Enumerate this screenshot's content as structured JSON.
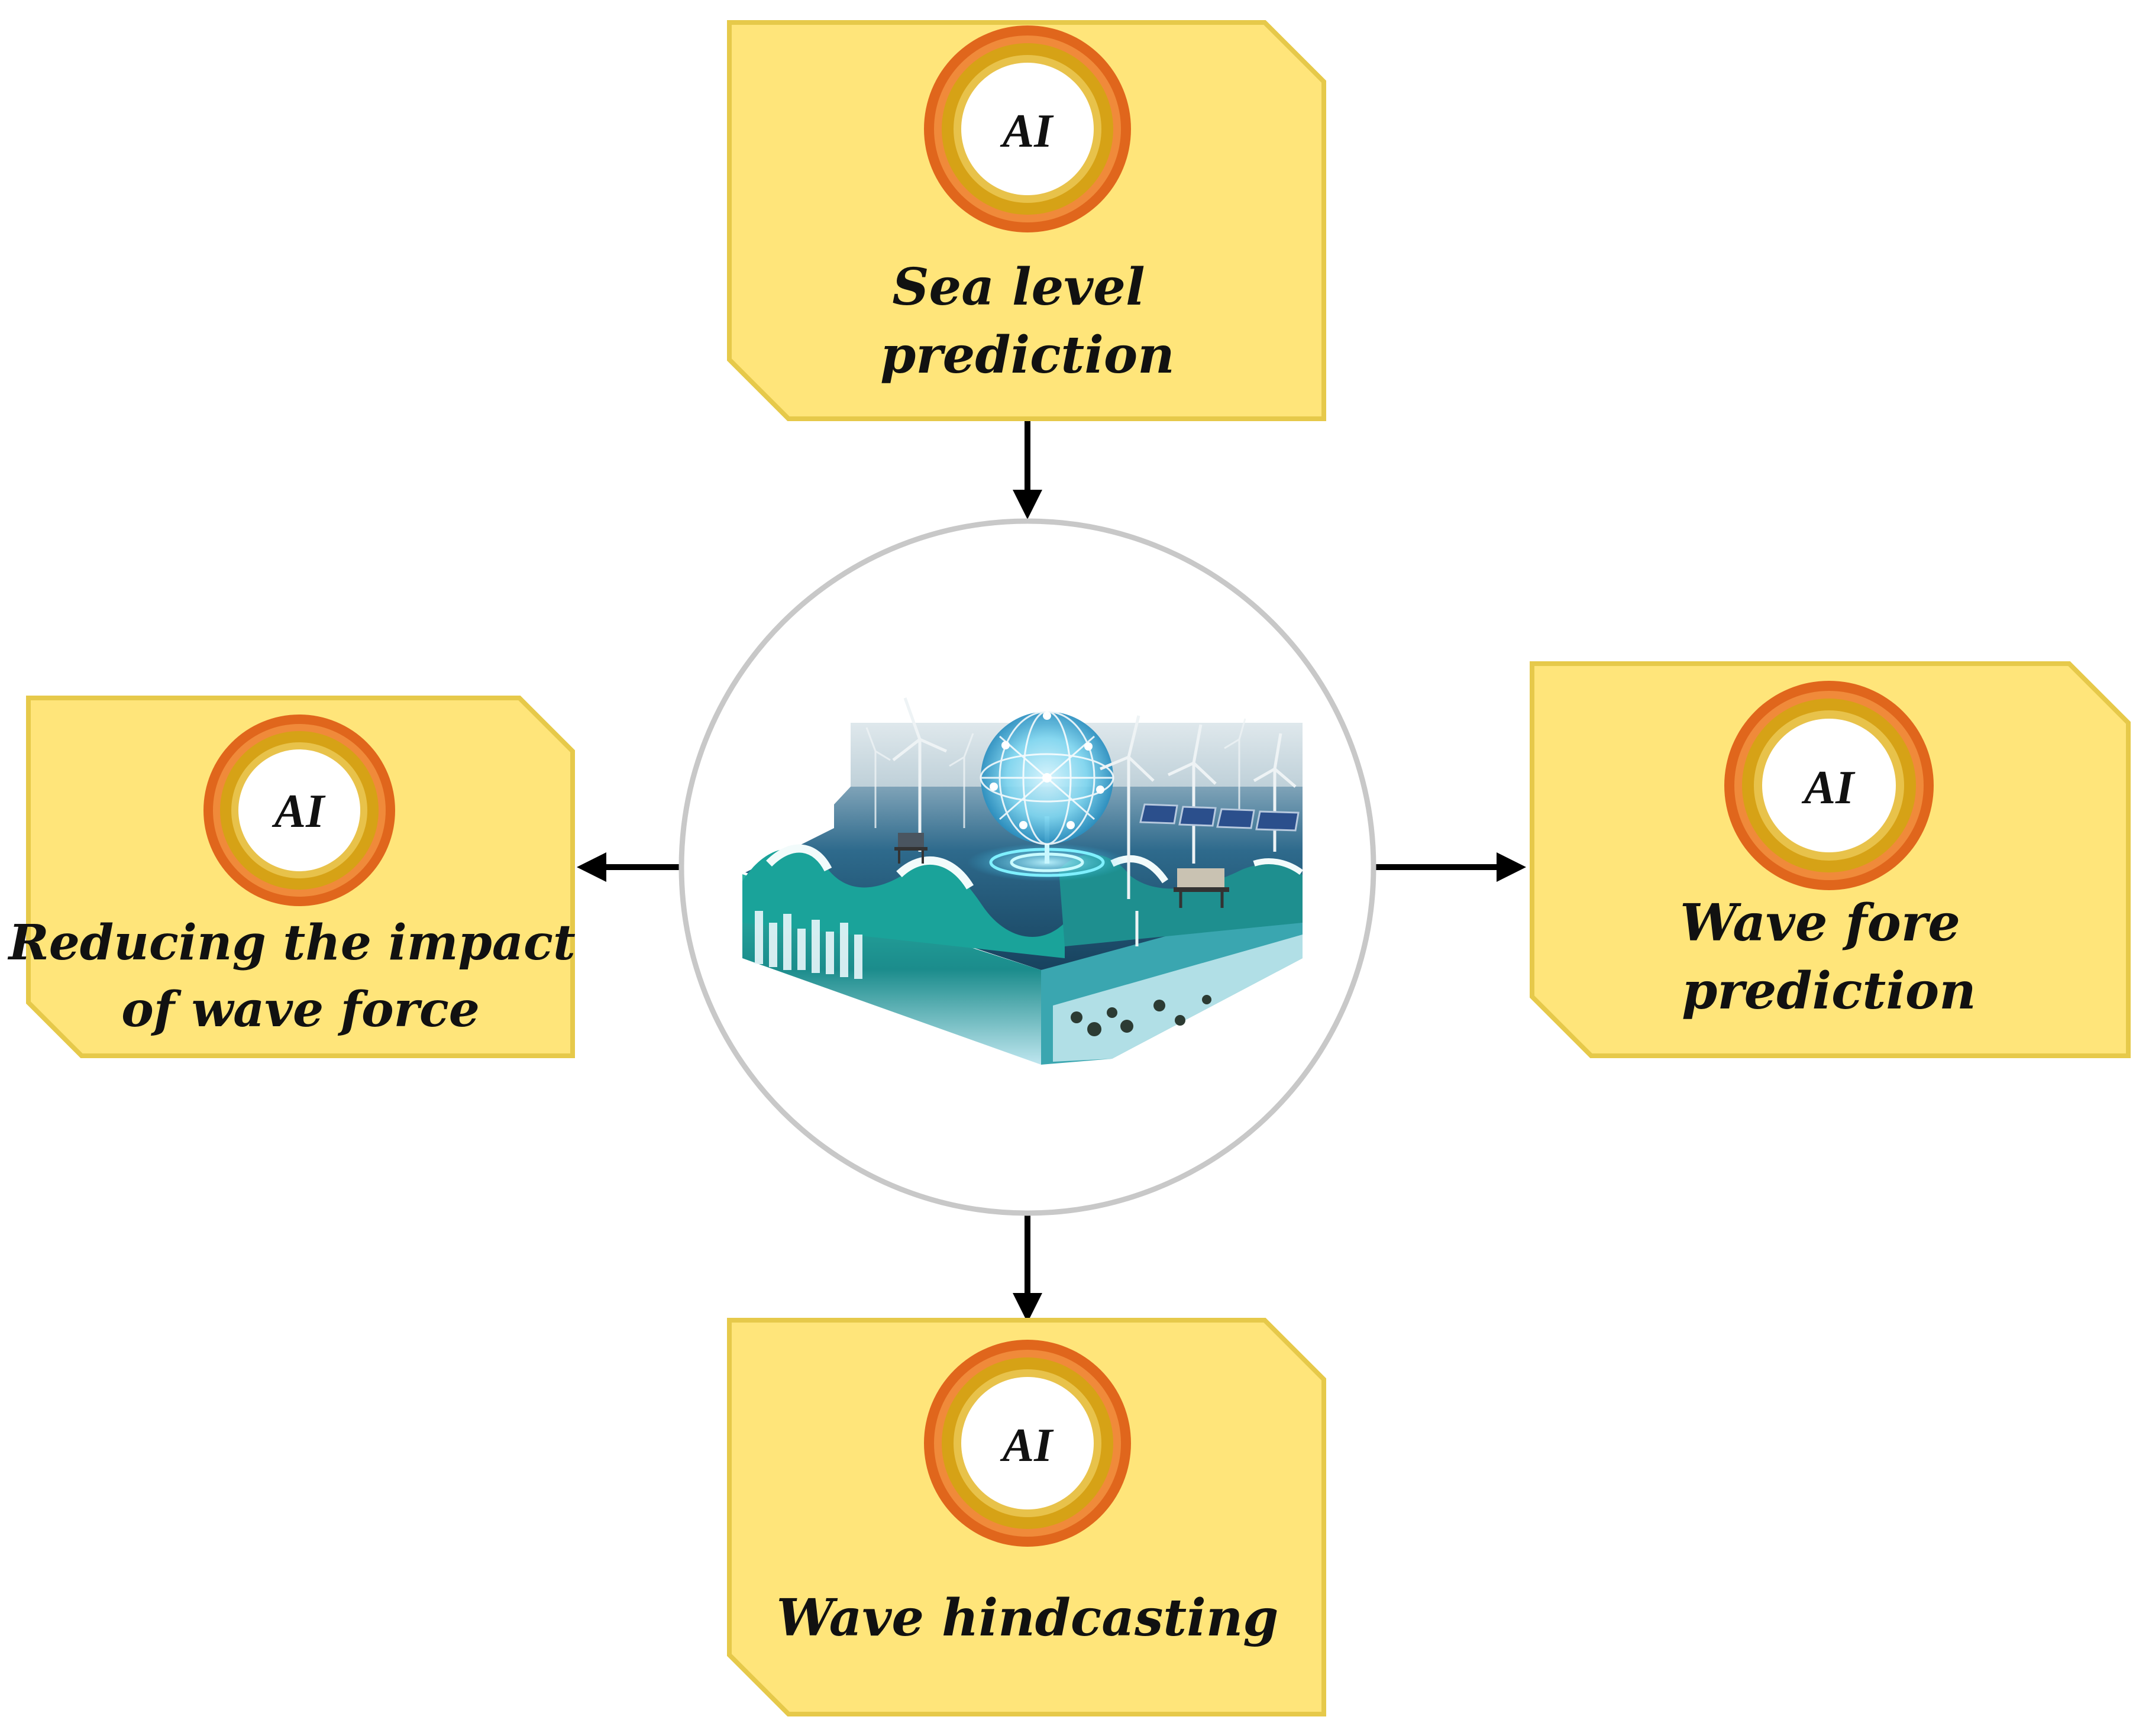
{
  "badge_text": "AI",
  "cards": {
    "top": {
      "lines": [
        "Sea level",
        "prediction"
      ]
    },
    "left": {
      "lines": [
        "Reducing the impact",
        "of wave force"
      ]
    },
    "right": {
      "lines": [
        "Wave fore",
        "prediction"
      ]
    },
    "bottom": {
      "lines": [
        "Wave hindcasting"
      ]
    }
  },
  "colors": {
    "card_fill": "#FFE57A",
    "card_border": "#E6C94A",
    "ring_outer": "#E0661C",
    "ring_inner": "#D6A216",
    "arrow": "#000000",
    "hub_circle": "#C8C8C8"
  },
  "center_illustration": {
    "icon": "offshore-ocean-ai-illustration",
    "elements": [
      "wind-turbine-icon",
      "solar-panel-icon",
      "ai-network-globe-icon",
      "wave-icon",
      "offshore-platform-icon"
    ]
  }
}
